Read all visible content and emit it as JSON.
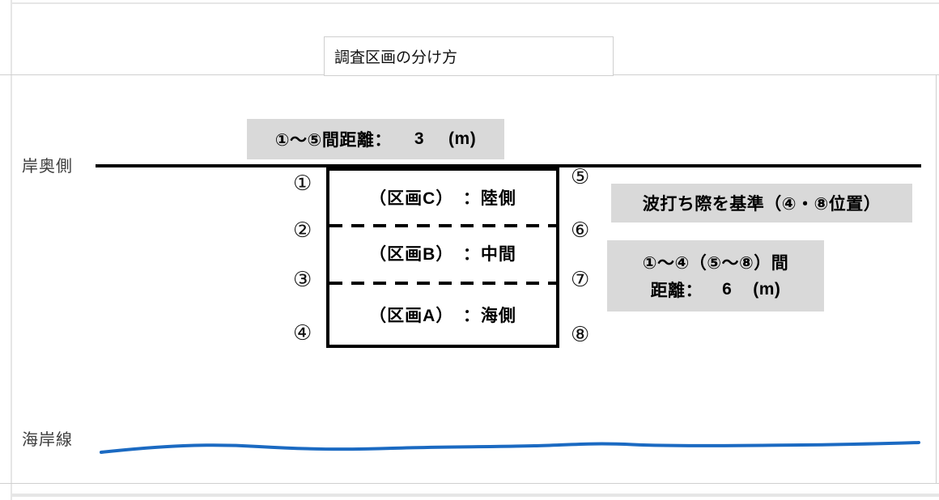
{
  "page": {
    "title_box": "調査区画の分け方"
  },
  "diagram": {
    "shore_inner_label": "岸奥側",
    "coastline_label": "海岸線",
    "top_distance_box": {
      "label": "①～⑤間距離：",
      "value": "3",
      "unit": "(m)"
    },
    "waterline_box": {
      "text": "波打ち際を基準（④・⑧位置）"
    },
    "side_distance_box": {
      "line1": "①～④（⑤～⑧）間",
      "label": "距離：",
      "value": "6",
      "unit": "(m)"
    },
    "plot": {
      "sections": [
        {
          "label": "（区画C）　：陸側"
        },
        {
          "label": "（区画B）　：中間"
        },
        {
          "label": "（区画A）　：海側"
        }
      ],
      "left_markers": [
        "①",
        "②",
        "③",
        "④"
      ],
      "right_markers": [
        "⑤",
        "⑥",
        "⑦",
        "⑧"
      ]
    },
    "colors": {
      "coastline_blue": "#1b6ac2",
      "info_box_bg": "#d9d9d9",
      "plot_border": "#000000",
      "shore_line_black": "#000000"
    }
  }
}
